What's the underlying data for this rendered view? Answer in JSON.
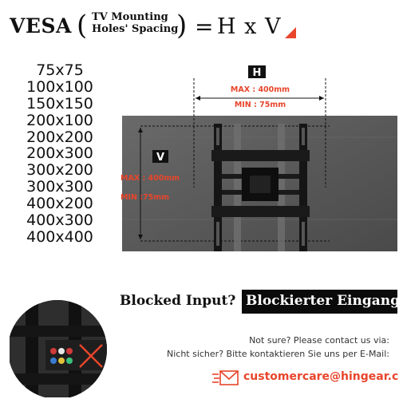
{
  "header": {
    "vesa": "VESA",
    "paren_left": "(",
    "subtitle_line1": "TV Mounting",
    "subtitle_line2": "Holes' Spacing",
    "paren_right": ")",
    "equals": "=",
    "formula": "H x V"
  },
  "sizes": [
    "75x75",
    "100x100",
    "150x150",
    "200x100",
    "200x200",
    "200x300",
    "300x200",
    "300x300",
    "400x200",
    "400x300",
    "400x400"
  ],
  "diagram": {
    "h_label": "H",
    "v_label": "V",
    "h_max": "MAX : 400mm",
    "h_min": "MIN : 75mm",
    "v_max": "MAX : 400mm",
    "v_min": "MIN :75mm"
  },
  "blocked": {
    "english": "Blocked Input?",
    "german": "Blockierter Eingang?"
  },
  "contact": {
    "english": "Not sure? Please contact us via:",
    "german": "Nicht sicher? Bitte kontaktieren Sie uns per E-Mail:",
    "email": "customercare@hingear.com",
    "icon": "mail-icon"
  },
  "colors": {
    "accent": "#e8452b",
    "tv_panel": "#5a5a5a",
    "dark": "#0b0b0b"
  }
}
